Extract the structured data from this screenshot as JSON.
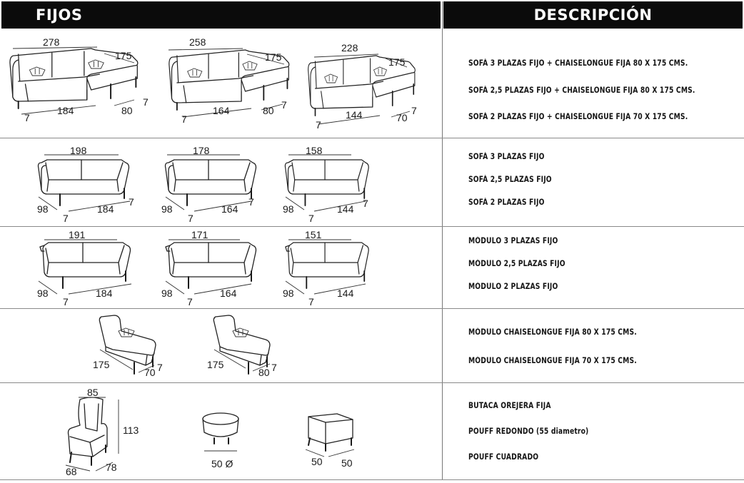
{
  "header": {
    "left_title": "FIJOS",
    "right_title": "DESCRIPCIÓN"
  },
  "rows": [
    {
      "items": [
        {
          "width": "278",
          "chaise_depth": "175",
          "seat_width": "184",
          "leg_left": "7",
          "chaise_width": "80",
          "leg_right": "7"
        },
        {
          "width": "258",
          "chaise_depth": "175",
          "seat_width": "164",
          "leg_left": "7",
          "chaise_width": "80",
          "leg_right": "7"
        },
        {
          "width": "228",
          "chaise_depth": "175",
          "seat_width": "144",
          "leg_left": "7",
          "chaise_width": "70",
          "leg_right": "7"
        }
      ],
      "descriptions": [
        "SOFÁ 3 PLAZAS FIJO + CHAISELONGUE FIJA 80 X 175 CMS.",
        "SOFÁ 2,5 PLAZAS FIJO + CHAISELONGUE FIJA 80 X 175 CMS.",
        "SOFÁ 2 PLAZAS FIJO + CHAISELONGUE FIJA 70 X 175 CMS."
      ]
    },
    {
      "items": [
        {
          "width": "198",
          "depth": "98",
          "leg_left": "7",
          "seat_width": "184",
          "leg_right": "7"
        },
        {
          "width": "178",
          "depth": "98",
          "leg_left": "7",
          "seat_width": "164",
          "leg_right": "7"
        },
        {
          "width": "158",
          "depth": "98",
          "leg_left": "7",
          "seat_width": "144",
          "leg_right": "7"
        }
      ],
      "descriptions": [
        "SOFÁ 3 PLAZAS FIJO",
        "SOFÁ 2,5 PLAZAS FIJO",
        "SOFÁ 2 PLAZAS FIJO"
      ]
    },
    {
      "items": [
        {
          "width": "191",
          "depth": "98",
          "leg_left": "7",
          "seat_width": "184"
        },
        {
          "width": "171",
          "depth": "98",
          "leg_left": "7",
          "seat_width": "164"
        },
        {
          "width": "151",
          "depth": "98",
          "leg_left": "7",
          "seat_width": "144"
        }
      ],
      "descriptions": [
        "MÓDULO 3 PLAZAS FIJO",
        "MÓDULO 2,5 PLAZAS FIJO",
        "MÓDULO 2 PLAZAS FIJO"
      ]
    },
    {
      "items": [
        {
          "depth": "175",
          "width": "70",
          "leg": "7"
        },
        {
          "depth": "175",
          "width": "80",
          "leg": "7"
        }
      ],
      "descriptions": [
        "MÓDULO CHAISELONGUE FIJA 80 X 175 CMS.",
        "MÓDULO CHAISELONGUE FIJA 70 X 175 CMS."
      ]
    },
    {
      "armchair": {
        "width": "85",
        "height": "113",
        "depth": "68",
        "side": "78"
      },
      "pouf_round": {
        "diameter": "50 Ø"
      },
      "pouf_square": {
        "width": "50",
        "depth": "50"
      },
      "descriptions": [
        "BUTACA OREJERA FIJA",
        "POUFF REDONDO (55 diametro)",
        "POUFF CUADRADO"
      ]
    }
  ]
}
